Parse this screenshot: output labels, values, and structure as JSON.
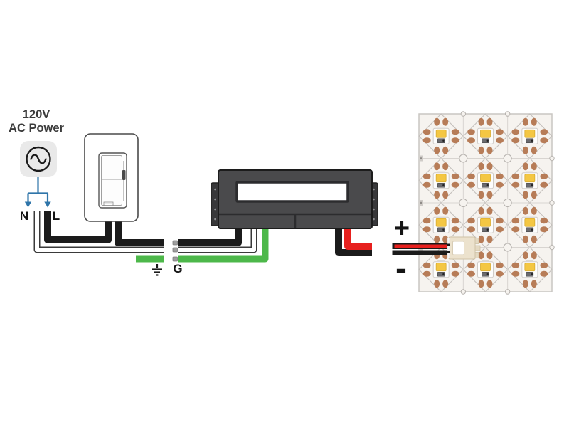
{
  "diagram": {
    "source": {
      "line1": "120V",
      "line2": "AC Power"
    },
    "terminals": {
      "neutral": "N",
      "line": "L",
      "ground": "G",
      "positive": "+",
      "negative": "-"
    },
    "colors": {
      "hot_wire": "#1b1b1b",
      "wire_outline": "#3a3a3a",
      "neutral_fill": "#ffffff",
      "ground_wire": "#4db84a",
      "positive_wire": "#e7201e",
      "arrow_blue": "#2f75a9",
      "driver_body": "#4a4a4c",
      "driver_flange": "#38383a",
      "connector_beige": "#ece2cd",
      "copper_pad": "#b77c57",
      "led_yellow": "#f4c743",
      "panel_surface": "#f6f3ef"
    },
    "led_panel": {
      "rows": 4,
      "cols": 3
    }
  }
}
